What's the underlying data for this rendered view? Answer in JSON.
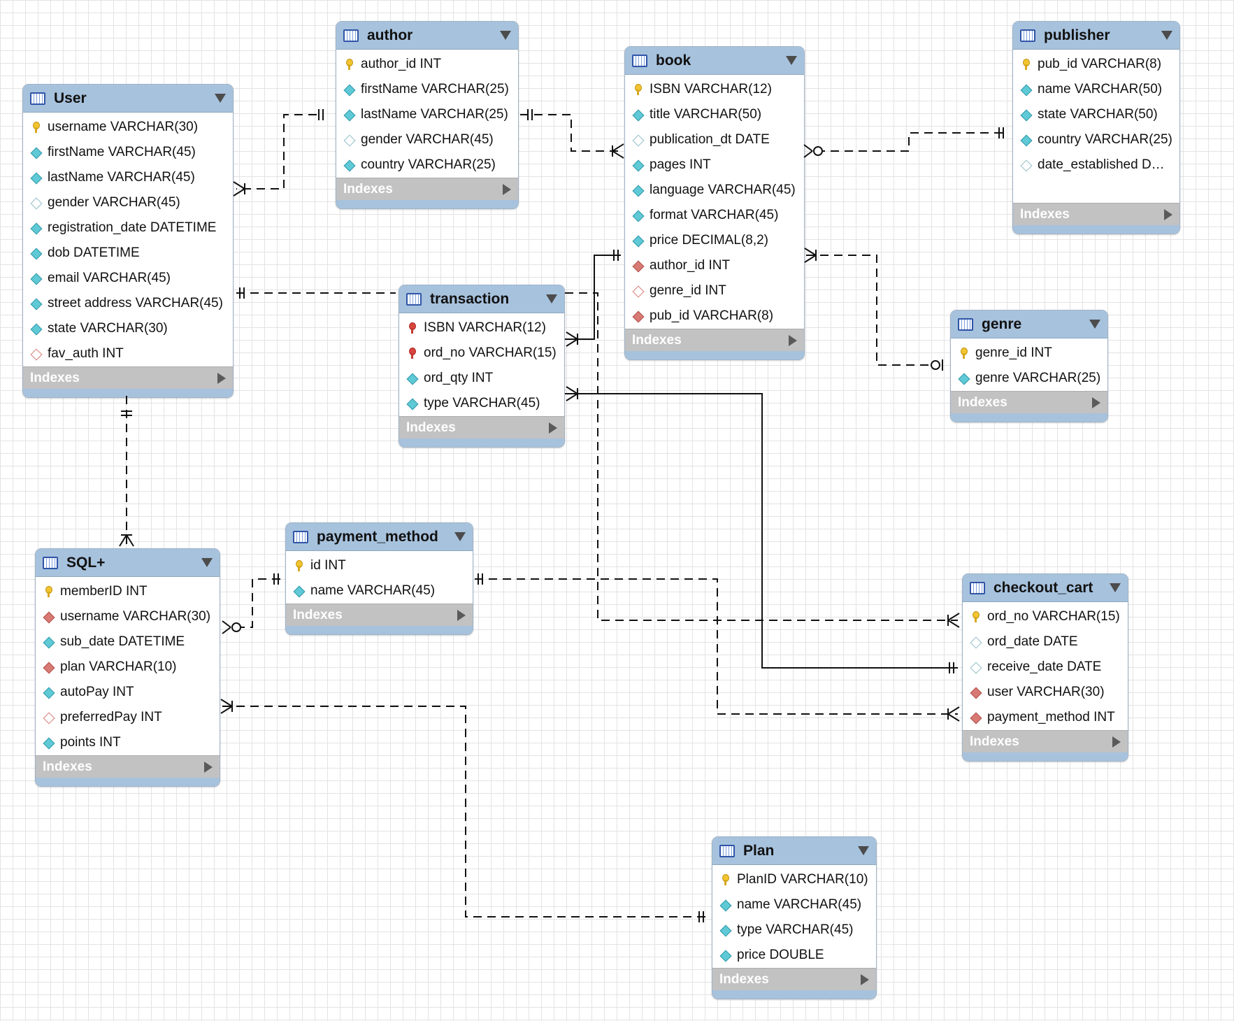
{
  "index_label": "Indexes",
  "tables": {
    "user": {
      "name": "User",
      "columns": [
        {
          "text": "username VARCHAR(30)",
          "icon": "pk"
        },
        {
          "text": "firstName VARCHAR(45)",
          "icon": "nn"
        },
        {
          "text": "lastName VARCHAR(45)",
          "icon": "nn"
        },
        {
          "text": "gender VARCHAR(45)",
          "icon": "null"
        },
        {
          "text": "registration_date DATETIME",
          "icon": "nn"
        },
        {
          "text": "dob DATETIME",
          "icon": "nn"
        },
        {
          "text": "email VARCHAR(45)",
          "icon": "nn"
        },
        {
          "text": "street address VARCHAR(45)",
          "icon": "nn"
        },
        {
          "text": "state VARCHAR(30)",
          "icon": "nn"
        },
        {
          "text": "fav_auth INT",
          "icon": "fknull"
        }
      ]
    },
    "author": {
      "name": "author",
      "columns": [
        {
          "text": "author_id INT",
          "icon": "pk"
        },
        {
          "text": "firstName VARCHAR(25)",
          "icon": "nn"
        },
        {
          "text": "lastName VARCHAR(25)",
          "icon": "nn"
        },
        {
          "text": "gender VARCHAR(45)",
          "icon": "null"
        },
        {
          "text": "country VARCHAR(25)",
          "icon": "nn"
        }
      ]
    },
    "book": {
      "name": "book",
      "columns": [
        {
          "text": "ISBN VARCHAR(12)",
          "icon": "pk"
        },
        {
          "text": "title VARCHAR(50)",
          "icon": "nn"
        },
        {
          "text": "publication_dt DATE",
          "icon": "null"
        },
        {
          "text": "pages INT",
          "icon": "nn"
        },
        {
          "text": "language VARCHAR(45)",
          "icon": "nn"
        },
        {
          "text": "format VARCHAR(45)",
          "icon": "nn"
        },
        {
          "text": "price DECIMAL(8,2)",
          "icon": "nn"
        },
        {
          "text": "author_id INT",
          "icon": "fk"
        },
        {
          "text": "genre_id INT",
          "icon": "fknull"
        },
        {
          "text": "pub_id VARCHAR(8)",
          "icon": "fk"
        }
      ]
    },
    "publisher": {
      "name": "publisher",
      "columns": [
        {
          "text": "pub_id VARCHAR(8)",
          "icon": "pk"
        },
        {
          "text": "name VARCHAR(50)",
          "icon": "nn"
        },
        {
          "text": "state VARCHAR(50)",
          "icon": "nn"
        },
        {
          "text": "country VARCHAR(25)",
          "icon": "nn"
        },
        {
          "text": "date_established D…",
          "icon": "null"
        }
      ]
    },
    "transaction": {
      "name": "transaction",
      "columns": [
        {
          "text": "ISBN VARCHAR(12)",
          "icon": "pkfk"
        },
        {
          "text": "ord_no VARCHAR(15)",
          "icon": "pkfk"
        },
        {
          "text": "ord_qty INT",
          "icon": "nn"
        },
        {
          "text": "type VARCHAR(45)",
          "icon": "nn"
        }
      ]
    },
    "genre": {
      "name": "genre",
      "columns": [
        {
          "text": "genre_id INT",
          "icon": "pk"
        },
        {
          "text": "genre VARCHAR(25)",
          "icon": "nn"
        }
      ]
    },
    "sqlplus": {
      "name": "SQL+",
      "columns": [
        {
          "text": "memberID INT",
          "icon": "pk"
        },
        {
          "text": "username VARCHAR(30)",
          "icon": "fk"
        },
        {
          "text": "sub_date DATETIME",
          "icon": "nn"
        },
        {
          "text": "plan VARCHAR(10)",
          "icon": "fk"
        },
        {
          "text": "autoPay INT",
          "icon": "nn"
        },
        {
          "text": "preferredPay INT",
          "icon": "fknull"
        },
        {
          "text": "points INT",
          "icon": "nn"
        }
      ]
    },
    "payment_method": {
      "name": "payment_method",
      "columns": [
        {
          "text": "id INT",
          "icon": "pk"
        },
        {
          "text": "name VARCHAR(45)",
          "icon": "nn"
        }
      ]
    },
    "checkout_cart": {
      "name": "checkout_cart",
      "columns": [
        {
          "text": "ord_no VARCHAR(15)",
          "icon": "pk"
        },
        {
          "text": "ord_date DATE",
          "icon": "null"
        },
        {
          "text": "receive_date DATE",
          "icon": "null"
        },
        {
          "text": "user VARCHAR(30)",
          "icon": "fk"
        },
        {
          "text": "payment_method INT",
          "icon": "fk"
        }
      ]
    },
    "plan": {
      "name": "Plan",
      "columns": [
        {
          "text": "PlanID VARCHAR(10)",
          "icon": "pk"
        },
        {
          "text": "name VARCHAR(45)",
          "icon": "nn"
        },
        {
          "text": "type VARCHAR(45)",
          "icon": "nn"
        },
        {
          "text": "price DOUBLE",
          "icon": "nn"
        }
      ]
    }
  }
}
